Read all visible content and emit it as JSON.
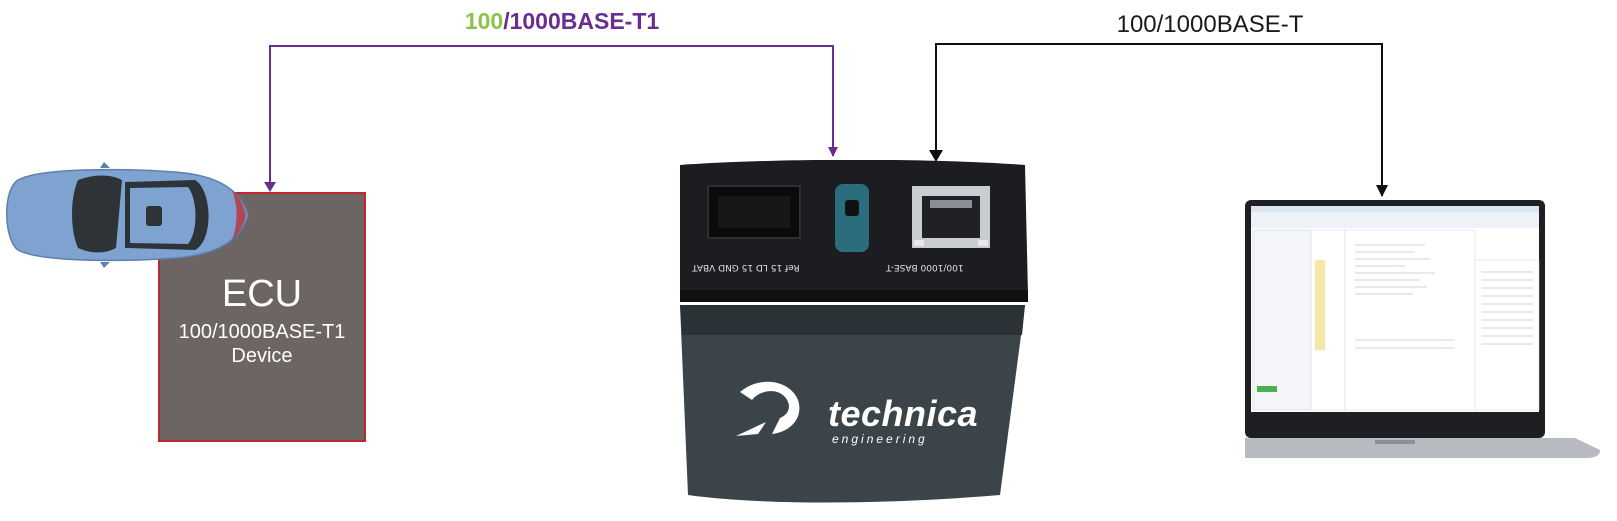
{
  "top_left_label": {
    "part_green": "100",
    "part_purple": "/1000BASE-T1"
  },
  "top_right_label": "100/1000BASE-T",
  "ecu": {
    "title": "ECU",
    "line1": "100/1000BASE-T1",
    "line2": "Device"
  },
  "device": {
    "brand": "technica",
    "brand_sub": "engineering",
    "port_left_pins": "Ref 15 LD 15 GND VBAT",
    "port_right_label": "100/1000 BASE-T"
  },
  "colors": {
    "green": "#8bc34a",
    "purple": "#6a2d91",
    "black_line": "#1a1a1a",
    "ecu_fill": "#6d6563",
    "ecu_border": "#c0282e",
    "device_body": "#3a4449",
    "device_top": "#1b1d20",
    "car_body": "#7ea3d0"
  },
  "icons": [
    "car-icon",
    "laptop-icon",
    "device-icon",
    "arrow-down-icon"
  ]
}
